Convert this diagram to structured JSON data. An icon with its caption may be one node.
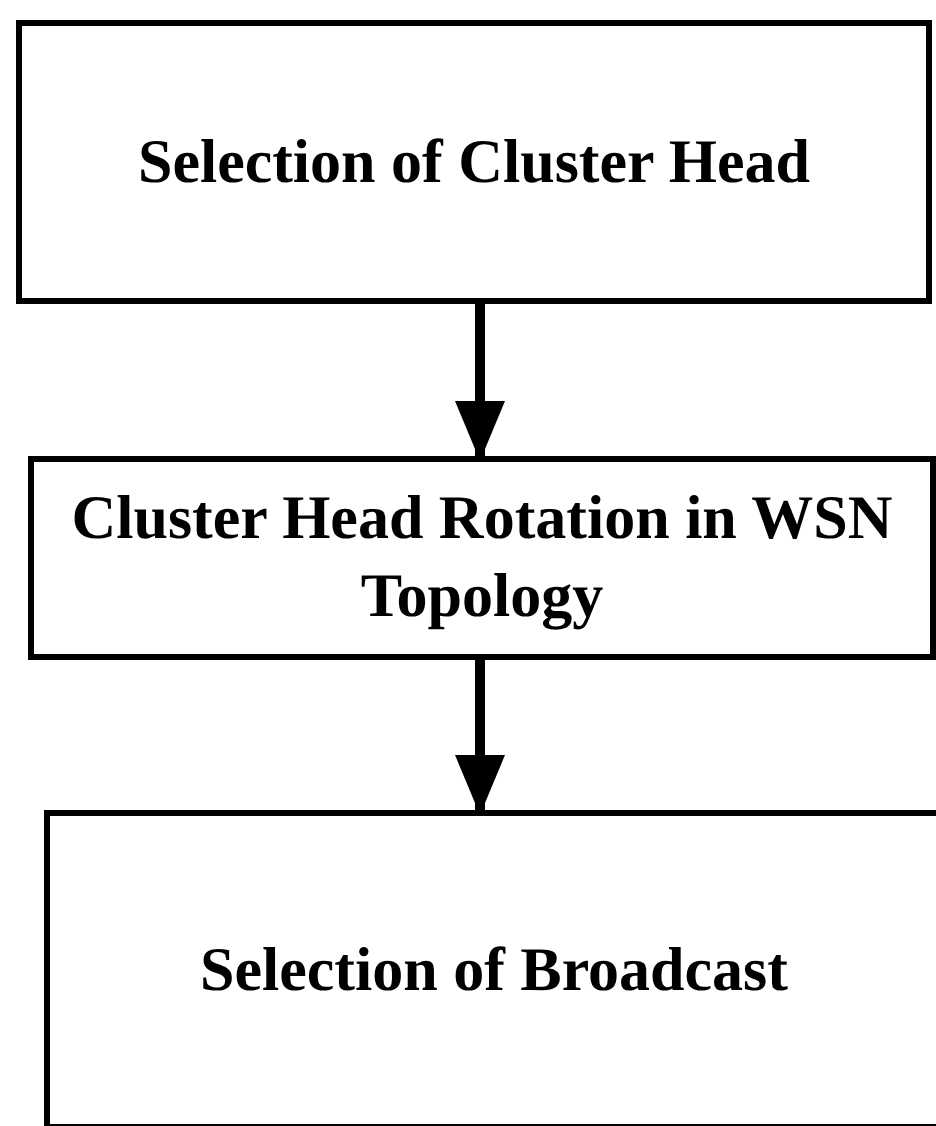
{
  "diagram": {
    "nodes": [
      {
        "text": [
          "Selection of Cluster Head"
        ]
      },
      {
        "text": [
          "Cluster Head Rotation in WSN Topology"
        ]
      },
      {
        "text": [
          "Selection of Broadcast"
        ]
      }
    ],
    "edges": [
      {
        "from": 0,
        "to": 1,
        "arrow": "to"
      },
      {
        "from": 1,
        "to": 2,
        "arrow": "to"
      }
    ]
  }
}
